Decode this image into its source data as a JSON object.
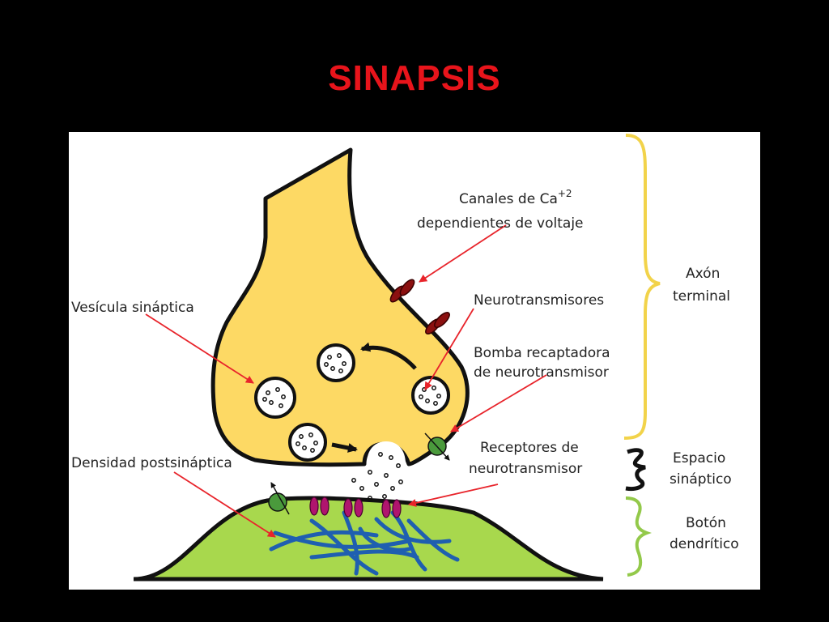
{
  "slide": {
    "title": "SINAPSIS",
    "title_color": "#e8141b",
    "background": "#000000"
  },
  "diagram": {
    "labels": {
      "calcium_channels_line1": "Canales de Ca",
      "calcium_superscript": "+2",
      "calcium_channels_line2": "dependientes de voltaje",
      "neurotransmitters": "Neurotransmisores",
      "synaptic_vesicle": "Vesícula sináptica",
      "reuptake_pump_line1": "Bomba recaptadora",
      "reuptake_pump_line2": "de neurotransmisor",
      "receptors_line1": "Receptores de",
      "receptors_line2": "neurotransmisor",
      "postsynaptic_density": "Densidad postsináptica"
    },
    "brackets": {
      "axon_terminal_line1": "Axón",
      "axon_terminal_line2": "terminal",
      "synaptic_space_line1": "Espacio",
      "synaptic_space_line2": "sináptico",
      "dendritic_button_line1": "Botón",
      "dendritic_button_line2": "dendrítico"
    },
    "colors": {
      "axon_fill": "#fdd964",
      "dendrite_fill": "#a8d84d",
      "arrow": "#e8242b",
      "calcium_channel": "#8b1010",
      "receptor": "#b0156e",
      "pump": "#4a9a3c",
      "density_fibers": "#1f5fb0",
      "bracket_axon": "#f2d34a",
      "bracket_space": "#111111",
      "bracket_dendrite": "#93c94a"
    }
  }
}
